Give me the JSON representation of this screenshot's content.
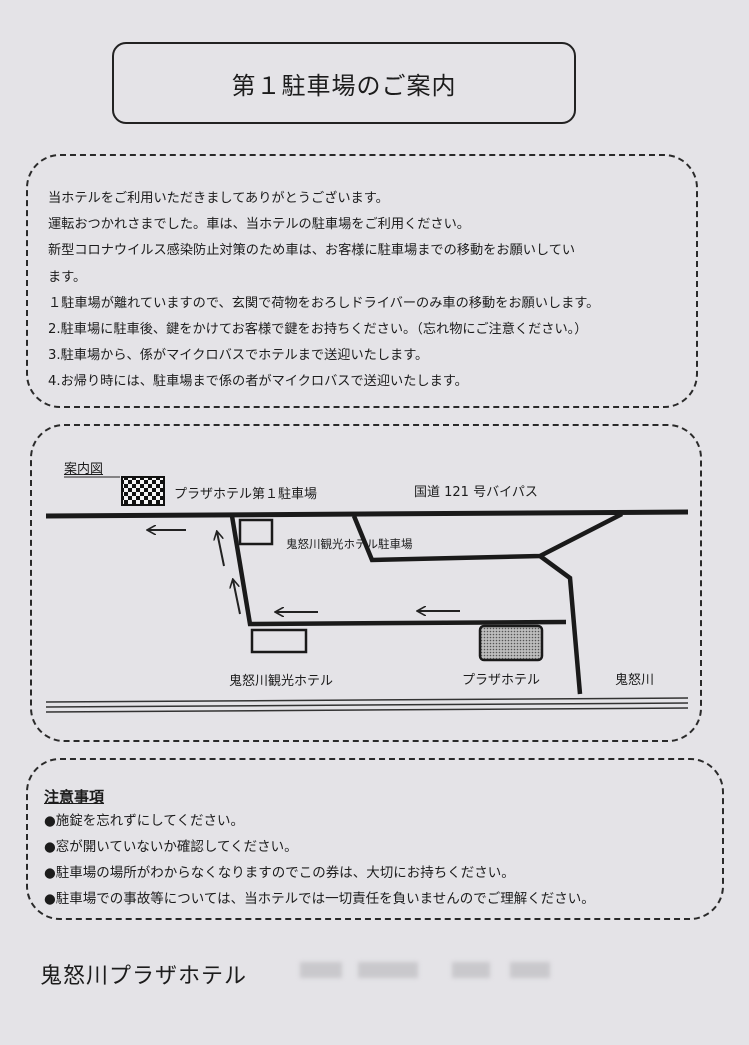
{
  "title": "第１駐車場のご案内",
  "intro": {
    "lines": [
      "当ホテルをご利用いただきましてありがとうございます。",
      "運転おつかれさまでした。車は、当ホテルの駐車場をご利用ください。",
      "新型コロナウイルス感染防止対策のため車は、お客様に駐車場までの移動をお願いしてい",
      "ます。",
      "１駐車場が離れていますので、玄関で荷物をおろしドライバーのみ車の移動をお願いします。",
      "2.駐車場に駐車後、鍵をかけてお客様で鍵をお持ちください。（忘れ物にご注意ください。）",
      "3.駐車場から、係がマイクロバスでホテルまで送迎いたします。",
      "4.お帰り時には、駐車場まで係の者がマイクロバスで送迎いたします。"
    ]
  },
  "map": {
    "legend": "案内図",
    "plaza_parking": "プラザホテル第１駐車場",
    "route": "国道 121 号バイパス",
    "kanko_parking": "鬼怒川観光ホテル駐車場",
    "kanko_hotel": "鬼怒川観光ホテル",
    "plaza_hotel": "プラザホテル",
    "river": "鬼怒川"
  },
  "notes": {
    "heading": "注意事項",
    "items": [
      "●施錠を忘れずにしてください。",
      "●窓が開いていないか確認してください。",
      "●駐車場の場所がわからなくなりますのでこの券は、大切にお持ちください。",
      "●駐車場での事故等については、当ホテルでは一切責任を負いませんのでご理解ください。"
    ]
  },
  "footer": {
    "hotel_name": "鬼怒川プラザホテル"
  }
}
